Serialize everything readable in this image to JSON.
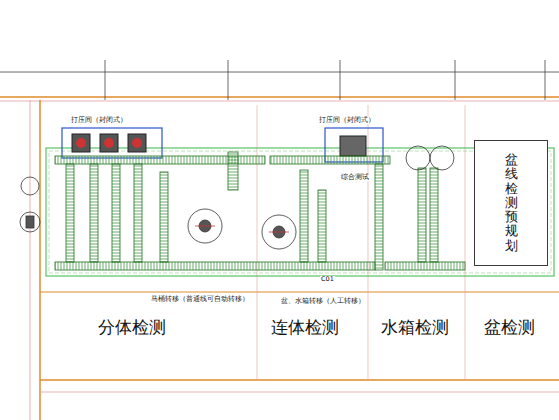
{
  "diagram": {
    "nodes": [
      {
        "text": [
          "盆线检测预规划"
        ]
      }
    ],
    "labels": [
      "打压间（封闭式）",
      "打压间（封闭式）",
      "综合测试",
      "马桶转移（普通线可自动转移）",
      "盆、水箱转移（人工转移）",
      "C01",
      "分体检测",
      "连体检测",
      "水箱检测",
      "盆检测"
    ]
  }
}
